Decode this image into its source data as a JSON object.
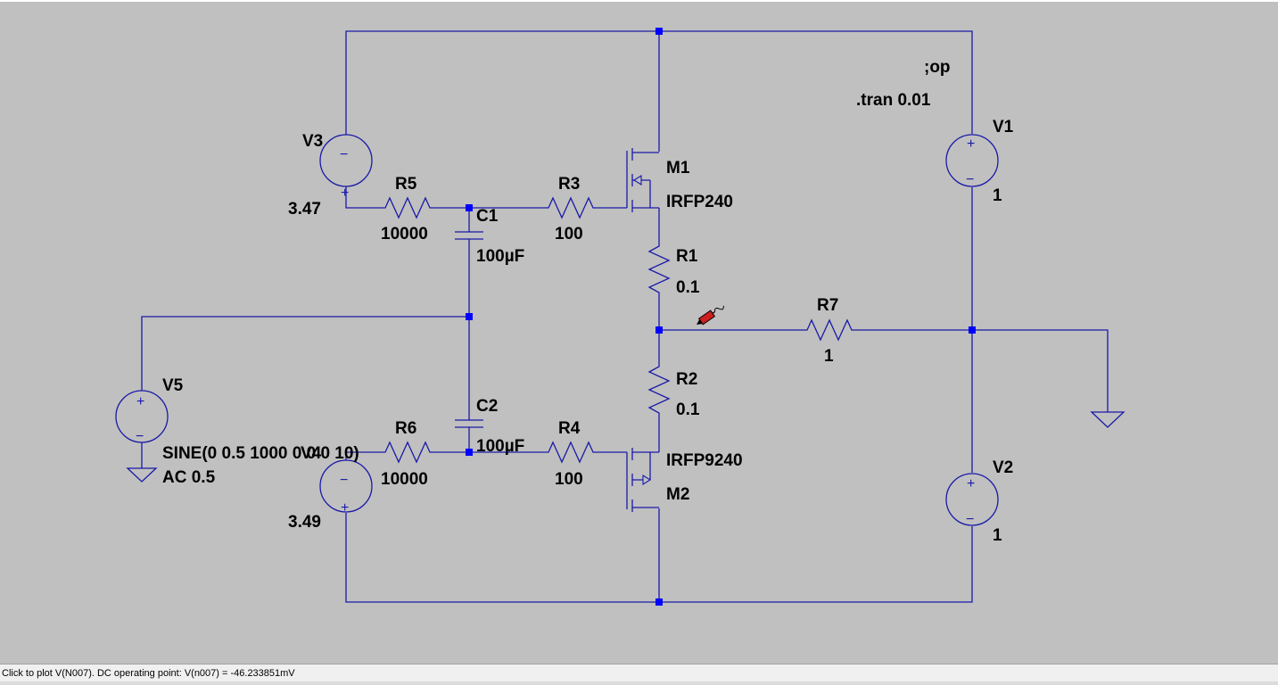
{
  "schematic": {
    "components": {
      "V1": {
        "name": "V1",
        "value": "1"
      },
      "V2": {
        "name": "V2",
        "value": "1"
      },
      "V3": {
        "name": "V3",
        "value": "3.47"
      },
      "V4": {
        "name": "V4",
        "value": "3.49"
      },
      "V5": {
        "name": "V5",
        "value": "SINE(0 0.5 1000 0 0 0 10)",
        "value2": "AC 0.5"
      },
      "R1": {
        "name": "R1",
        "value": "0.1"
      },
      "R2": {
        "name": "R2",
        "value": "0.1"
      },
      "R3": {
        "name": "R3",
        "value": "100"
      },
      "R4": {
        "name": "R4",
        "value": "100"
      },
      "R5": {
        "name": "R5",
        "value": "10000"
      },
      "R6": {
        "name": "R6",
        "value": "10000"
      },
      "R7": {
        "name": "R7",
        "value": "1"
      },
      "C1": {
        "name": "C1",
        "value": "100µF"
      },
      "C2": {
        "name": "C2",
        "value": "100µF"
      },
      "M1": {
        "name": "M1",
        "model": "IRFP240"
      },
      "M2": {
        "name": "M2",
        "model": "IRFP9240"
      }
    },
    "directives": {
      "op": ";op",
      "tran": ".tran 0.01"
    },
    "colors": {
      "wire": "#1a1aa8",
      "junction": "#0000ff",
      "background": "#c0c0c0",
      "probe": "#cc2020"
    }
  },
  "status": {
    "message": "Click to plot V(N007).  DC operating point: V(n007) = -46.233851mV"
  }
}
